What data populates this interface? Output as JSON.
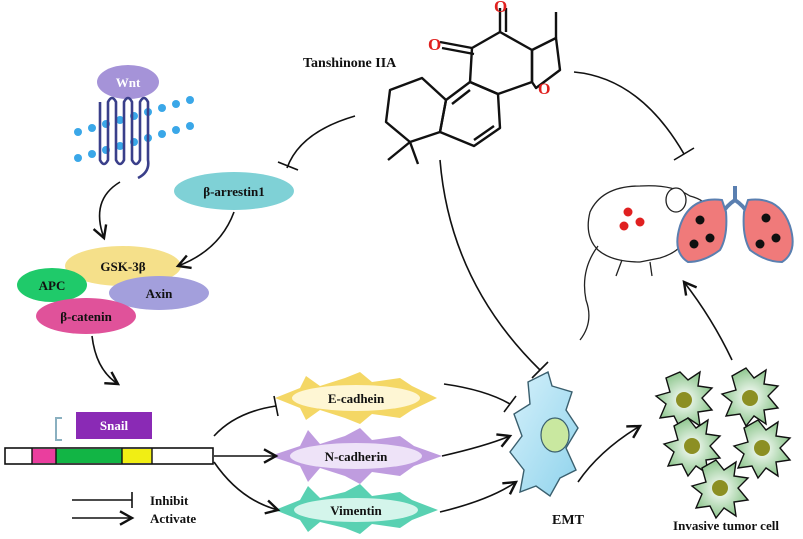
{
  "drug": {
    "name": "Tanshinone IIA",
    "atom_o": "O"
  },
  "receptor": {
    "label": "Wnt"
  },
  "arrestin": {
    "label": "β-arrestin1"
  },
  "complex": {
    "gsk": "GSK-3β",
    "apc": "APC",
    "axin": "Axin",
    "catenin": "β-catenin"
  },
  "gene": {
    "label": "Snail"
  },
  "markers": {
    "ecad": "E-cadhein",
    "ncad": "N-cadherin",
    "vim": "Vimentin"
  },
  "emt": {
    "label": "EMT"
  },
  "tumor": {
    "label": "Invasive tumor cell"
  },
  "legend": {
    "inhibit": "Inhibit",
    "activate": "Activate"
  },
  "colors": {
    "wnt": "#a593d8",
    "arrestin": "#7fd1d6",
    "gsk": "#f5e08a",
    "apc": "#1fca6a",
    "axin": "#a39fdc",
    "catenin": "#e0529a",
    "snail": "#8a2ab5",
    "ecad": "#f2d04a",
    "ncad": "#b48bd9",
    "vim": "#3cc9a4",
    "emt_cell": "#a9dff0",
    "tumor_fill": "#b9bf3c",
    "tumor_nucleus": "#7c7d1e",
    "lung": "#f07a7a",
    "lung_spot": "#101010",
    "mouse_spot": "#e02020"
  }
}
